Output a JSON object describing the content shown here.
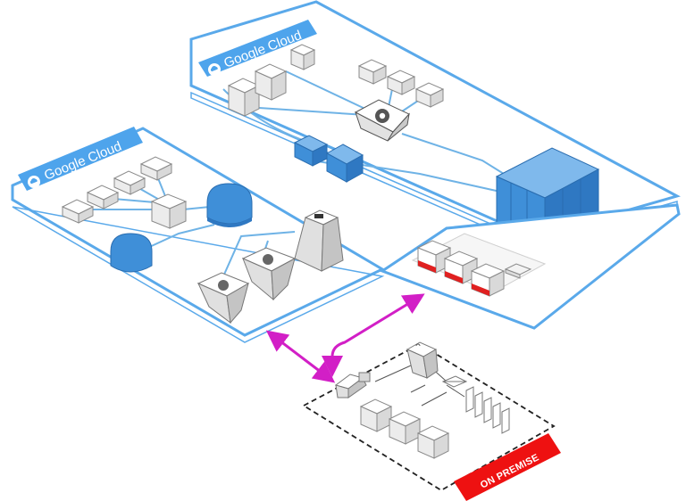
{
  "cloud_regions": [
    {
      "id": "upper",
      "label": "Google Cloud"
    },
    {
      "id": "lower",
      "label": "Google Cloud"
    }
  ],
  "on_premise": {
    "label": "ON PREMISE"
  },
  "colors": {
    "cloud_border": "#5aa9ea",
    "cloud_tag": "#4ea4ec",
    "connector_line": "#6fb3e6",
    "blue_block": "#3f8fd8",
    "server_white": "#f2f2f2",
    "server_outline": "#8a8a8a",
    "red_accent": "#e02020",
    "link_arrow": "#d21fc6",
    "premise_border": "#222222",
    "premise_banner": "#ee1111"
  },
  "icons": [
    "cloud-icon",
    "gear-icon",
    "bidirectional-arrow-icon",
    "envelope-icon",
    "key-icon",
    "document-stack-icon"
  ]
}
